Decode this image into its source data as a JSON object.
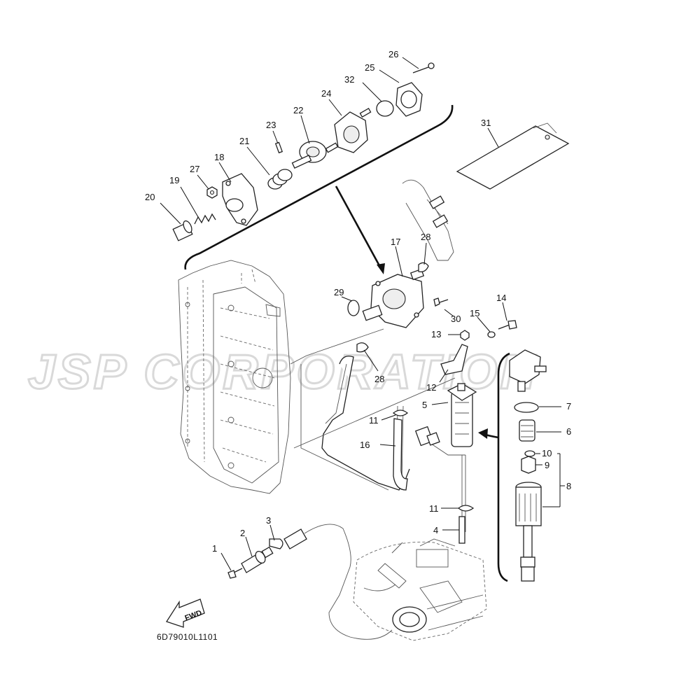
{
  "watermark": "JSP CORPORATION",
  "diagram_code": "6D79010L1101",
  "fwd_label": "FWD",
  "part_numbers": {
    "p1": "1",
    "p2": "2",
    "p3": "3",
    "p4": "4",
    "p5": "5",
    "p6": "6",
    "p7": "7",
    "p8": "8",
    "p9": "9",
    "p10": "10",
    "p11a": "11",
    "p11b": "11",
    "p12": "12",
    "p13": "13",
    "p14": "14",
    "p15": "15",
    "p16": "16",
    "p17": "17",
    "p18": "18",
    "p19": "19",
    "p20": "20",
    "p21": "21",
    "p22": "22",
    "p23": "23",
    "p24": "24",
    "p25": "25",
    "p26": "26",
    "p27": "27",
    "p28a": "28",
    "p28b": "28",
    "p29": "29",
    "p30": "30",
    "p31": "31",
    "p32": "32"
  }
}
